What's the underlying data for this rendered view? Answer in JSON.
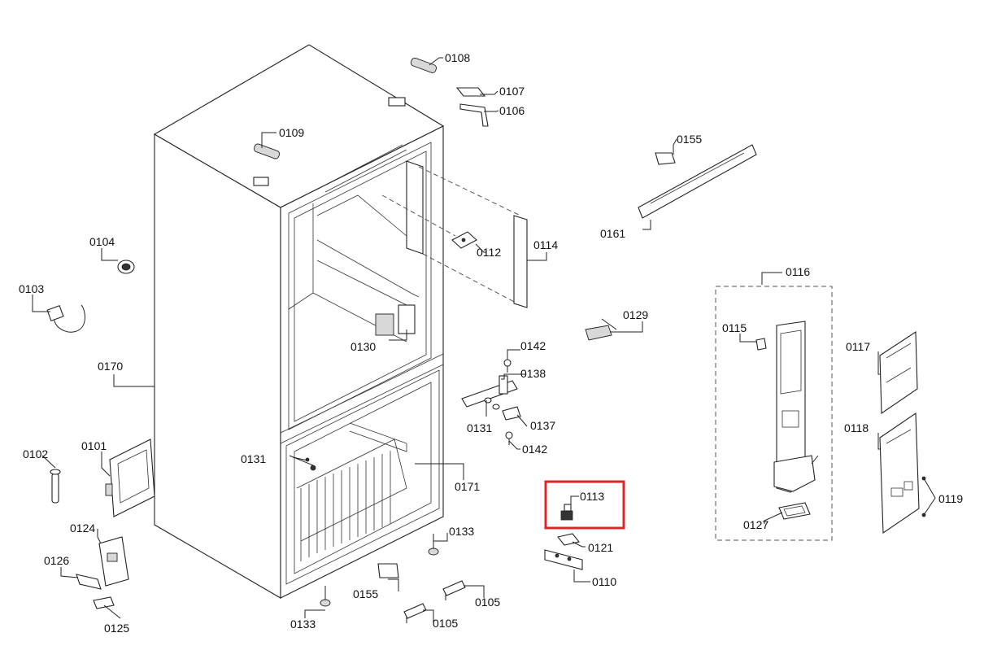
{
  "highlight_color": "#e0242a",
  "labels": {
    "p0101": "0101",
    "p0102": "0102",
    "p0103": "0103",
    "p0104": "0104",
    "p0105a": "0105",
    "p0105b": "0105",
    "p0106": "0106",
    "p0107": "0107",
    "p0108": "0108",
    "p0109": "0109",
    "p0110": "0110",
    "p0112": "0112",
    "p0113": "0113",
    "p0114": "0114",
    "p0115": "0115",
    "p0116": "0116",
    "p0117": "0117",
    "p0118": "0118",
    "p0119": "0119",
    "p0121": "0121",
    "p0124": "0124",
    "p0125": "0125",
    "p0126": "0126",
    "p0127": "0127",
    "p0129": "0129",
    "p0130": "0130",
    "p0131a": "0131",
    "p0131b": "0131",
    "p0133a": "0133",
    "p0133b": "0133",
    "p0137": "0137",
    "p0138": "0138",
    "p0142a": "0142",
    "p0142b": "0142",
    "p0155a": "0155",
    "p0155b": "0155",
    "p0161": "0161",
    "p0170": "0170",
    "p0171": "0171"
  }
}
